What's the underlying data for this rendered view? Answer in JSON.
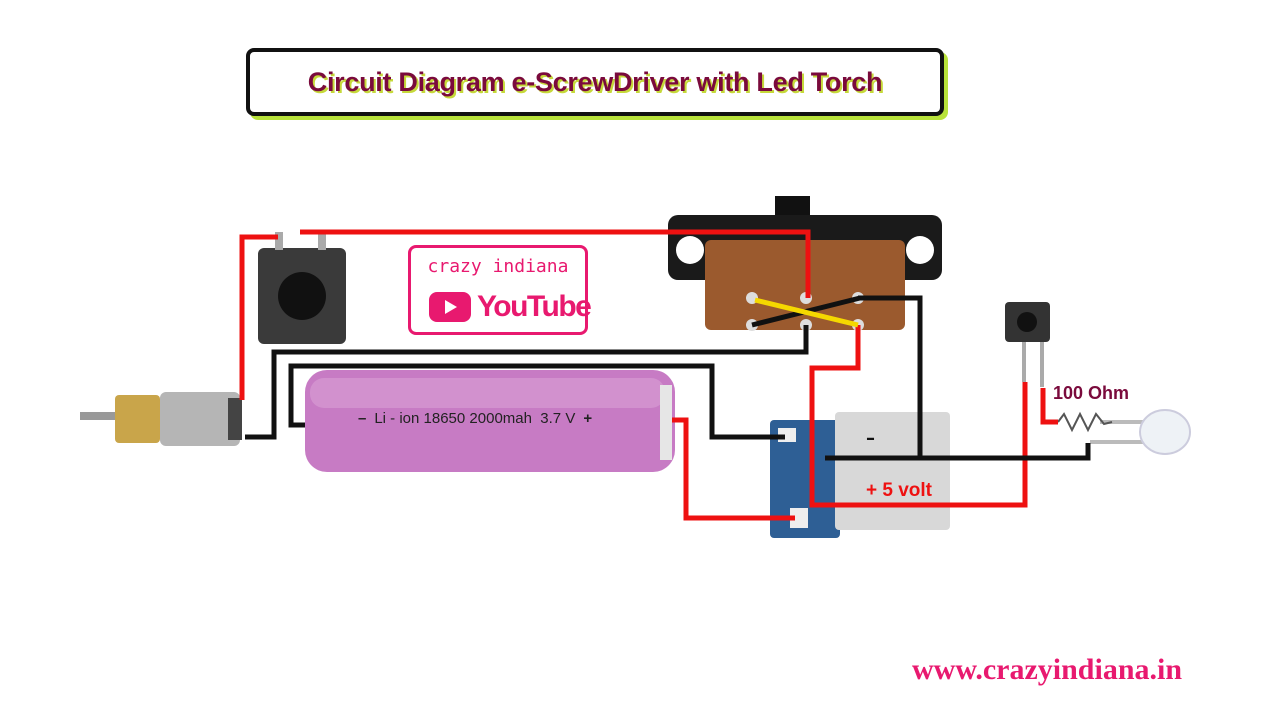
{
  "title": "Circuit Diagram e-ScrewDriver with Led Torch",
  "logo": {
    "channel": "crazy indiana",
    "platform": "YouTube"
  },
  "battery": {
    "minus": "–",
    "label": "Li - ion 18650 2000mah  3.7 V",
    "plus": "+"
  },
  "charger": {
    "usb_minus": "–",
    "output_label": "+ 5 volt"
  },
  "resistor": {
    "label": "100 Ohm"
  },
  "website": "www.crazyindiana.in",
  "colors": {
    "positive_wire": "#ee1111",
    "negative_wire": "#111111",
    "switch_link": "#f5d800",
    "title": "#7a0a3c",
    "brand": "#e8196f"
  }
}
